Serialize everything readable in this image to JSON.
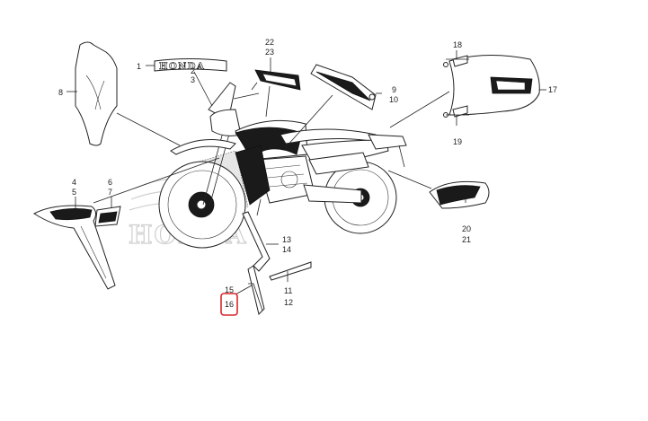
{
  "callouts": [
    "1",
    "2",
    "3",
    "4",
    "5",
    "6",
    "7",
    "8",
    "9",
    "10",
    "11",
    "12",
    "13",
    "14",
    "15",
    "16",
    "17",
    "18",
    "19",
    "20",
    "21",
    "22",
    "23"
  ],
  "emblem_text": "HONDA",
  "watermark_text": "HONDA",
  "highlight_color": "#d9262c",
  "highlighted_callout": "16"
}
